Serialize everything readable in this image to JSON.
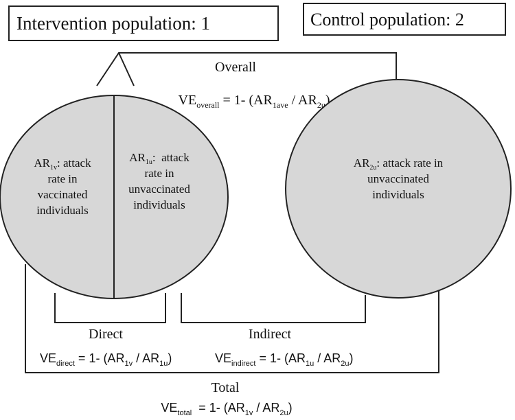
{
  "boxes": {
    "intervention": "Intervention population: 1",
    "control": "Control population: 2"
  },
  "overall": {
    "label": "Overall",
    "formula": {
      "ve": "VE",
      "ve_sub": "overall",
      "eq": " = 1- (AR",
      "num_sub": "1ave",
      "sep": " / AR",
      "den_sub": "2u",
      "close": ")"
    }
  },
  "circle1": {
    "vaccinated": {
      "ar": "AR",
      "ar_sub": "1v",
      "line1_rest": ": attack",
      "line2": "rate in",
      "line3": "vaccinated",
      "line4": "individuals"
    },
    "unvaccinated": {
      "ar": "AR",
      "ar_sub": "1u",
      "line1_rest": ":  attack",
      "line2": "rate in",
      "line3": "unvaccinated",
      "line4": "individuals"
    }
  },
  "circle2": {
    "ar": "AR",
    "ar_sub": "2u",
    "line1_rest": ": attack rate in",
    "line2": "unvaccinated",
    "line3": "individuals"
  },
  "direct": {
    "label": "Direct",
    "formula": {
      "ve": "VE",
      "ve_sub": "direct",
      "eq": " = 1- (AR",
      "num_sub": "1v",
      "sep": " / AR",
      "den_sub": "1u",
      "close": ")"
    }
  },
  "indirect": {
    "label": "Indirect",
    "formula": {
      "ve": "VE",
      "ve_sub": "indirect",
      "eq": " = 1- (AR",
      "num_sub": "1u",
      "sep": " / AR",
      "den_sub": "2u",
      "close": ")"
    }
  },
  "total": {
    "label": "Total",
    "formula": {
      "ve": "VE",
      "ve_sub": "total",
      "eq": "  = 1- (AR",
      "num_sub": "1v",
      "sep": " / AR",
      "den_sub": "2u",
      "close": ")"
    }
  }
}
